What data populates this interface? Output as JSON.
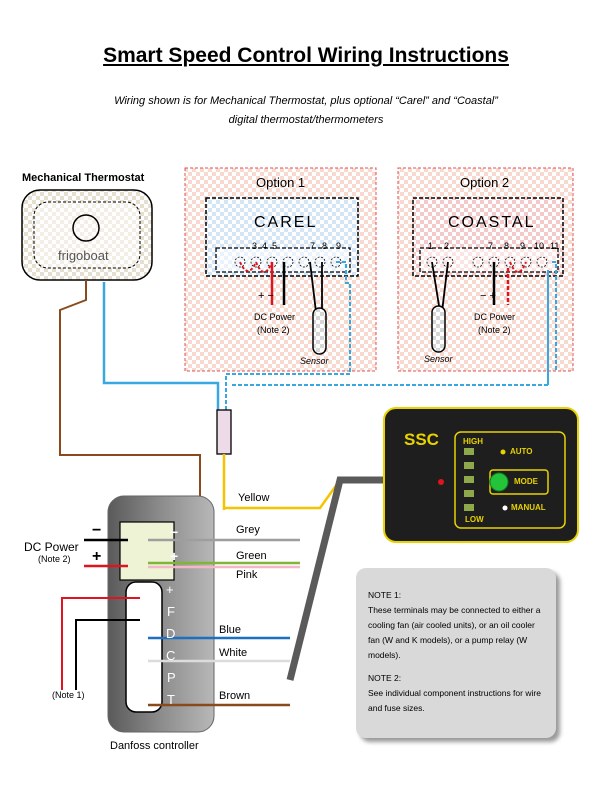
{
  "title": "Smart Speed Control Wiring Instructions",
  "subtitle_line1": "Wiring shown is for Mechanical Thermostat, plus optional “Carel” and “Coastal”",
  "subtitle_line2": "digital thermostat/thermometers",
  "thermostat": {
    "label": "Mechanical Thermostat",
    "brand": "frigoboat"
  },
  "option1": {
    "label": "Option 1",
    "brand": "CAREL",
    "terminals": [
      "3",
      "4",
      "5",
      "7",
      "8",
      "9"
    ],
    "polarity": "+ −",
    "power_label": "DC Power",
    "power_note": "(Note 2)",
    "sensor_label": "Sensor"
  },
  "option2": {
    "label": "Option 2",
    "brand": "COASTAL",
    "terminals": [
      "1",
      "2",
      "7",
      "8",
      "9",
      "10",
      "11"
    ],
    "polarity": "− +",
    "power_label": "DC Power",
    "power_note": "(Note 2)",
    "sensor_label": "Sensor"
  },
  "ssc": {
    "logo": "SSC",
    "high": "HIGH",
    "low": "LOW",
    "auto": "AUTO",
    "mode": "MODE",
    "manual": "MANUAL"
  },
  "wires": {
    "yellow": "Yellow",
    "grey": "Grey",
    "green": "Green",
    "pink": "Pink",
    "blue": "Blue",
    "white": "White",
    "brown": "Brown"
  },
  "dc_power": {
    "label": "DC Power",
    "note": "(Note 2)",
    "minus": "−",
    "plus": "+"
  },
  "controller": {
    "label": "Danfoss controller",
    "top_minus": "−",
    "top_plus": "+",
    "terminals": [
      "+",
      "F",
      "D",
      "C",
      "P",
      "T"
    ]
  },
  "note1_ref": "(Note 1)",
  "notes": {
    "note1_title": "NOTE 1:",
    "note1_text": "These terminals may be connected to either a cooling fan (air cooled units), or an oil cooler fan (W and K models), or a pump relay (W models).",
    "note2_title": "NOTE 2:",
    "note2_text": "See individual component instructions for wire and fuse sizes."
  },
  "colors": {
    "yellow": "#f5c400",
    "grey": "#9e9e9e",
    "green": "#7fb539",
    "pink": "#f2b8c6",
    "blue": "#1f6fc0",
    "white": "#dcdcdc",
    "brown": "#8b4a1c",
    "red": "#e0141e",
    "light_blue": "#3aa8e0",
    "ssc_bg": "#1e1e1e",
    "ssc_border": "#e8d200"
  }
}
